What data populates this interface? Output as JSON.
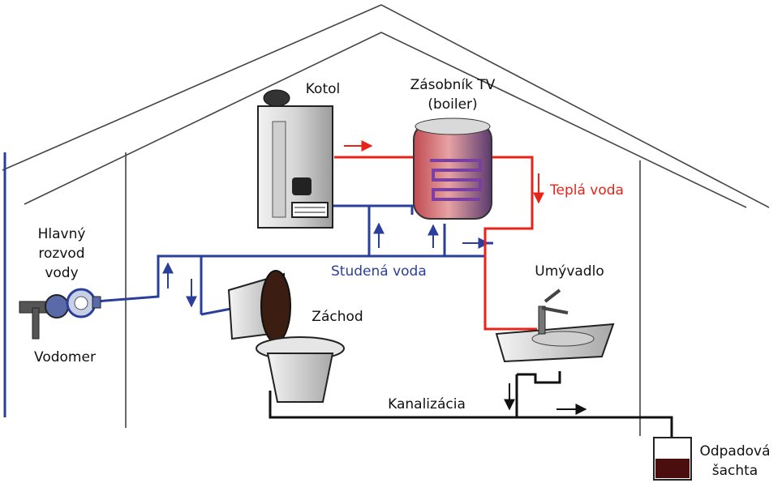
{
  "colors": {
    "hot": "#e8231a",
    "cold": "#2a3f9b",
    "drain": "#111111",
    "house": "#444444"
  },
  "labels": {
    "kotol": "Kotol",
    "zasobnik_line1": "Zásobník TV",
    "zasobnik_line2": "(boiler)",
    "tepla_voda": "Teplá voda",
    "studena_voda": "Studená voda",
    "hlavny_line1": "Hlavný",
    "hlavny_line2": "rozvod",
    "hlavny_line3": "vody",
    "vodomer": "Vodomer",
    "zachod": "Záchod",
    "umyvadlo": "Umývadlo",
    "kanalizacia": "Kanalizácia",
    "odpadova_line1": "Odpadová",
    "odpadova_line2": "šachta"
  },
  "icons": {
    "boiler": "boiler-tank-icon",
    "furnace": "furnace-icon",
    "toilet": "toilet-icon",
    "sink": "sink-icon",
    "meter": "water-meter-icon",
    "pit": "waste-pit-icon"
  }
}
